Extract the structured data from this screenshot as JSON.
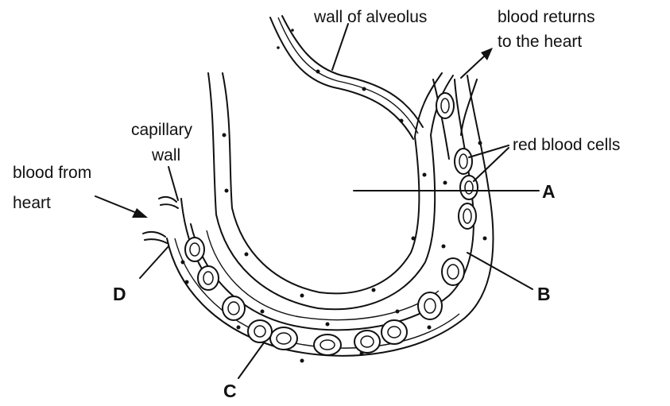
{
  "labels": {
    "wall_of_alveolus": "wall of alveolus",
    "blood_returns_line1": "blood returns",
    "blood_returns_line2": "to the heart",
    "red_blood_cells": "red blood cells",
    "capillary_wall_line1": "capillary",
    "capillary_wall_line2": "wall",
    "blood_from_heart_line1": "blood from",
    "blood_from_heart_line2": "heart"
  },
  "letters": {
    "a": "A",
    "b": "B",
    "c": "C",
    "d": "D"
  },
  "colors": {
    "ink": "#111111",
    "background": "#ffffff"
  }
}
